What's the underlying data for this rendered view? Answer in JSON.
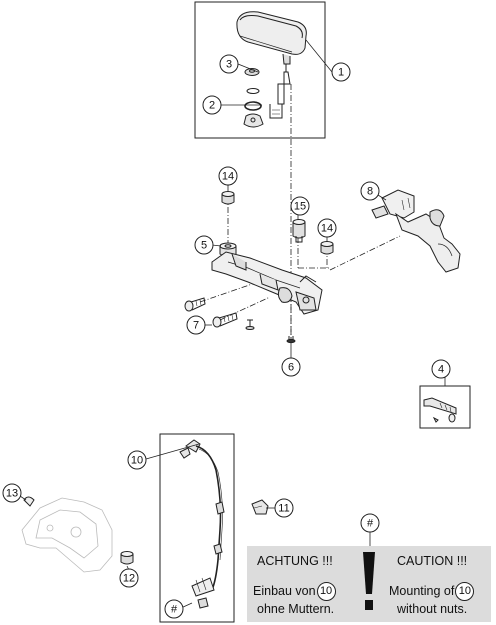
{
  "callouts": [
    {
      "id": "c1",
      "label": "1"
    },
    {
      "id": "c2",
      "label": "2"
    },
    {
      "id": "c3",
      "label": "3"
    },
    {
      "id": "c4",
      "label": "4"
    },
    {
      "id": "c5",
      "label": "5"
    },
    {
      "id": "c6",
      "label": "6"
    },
    {
      "id": "c7",
      "label": "7"
    },
    {
      "id": "c8",
      "label": "8"
    },
    {
      "id": "c10",
      "label": "10"
    },
    {
      "id": "c11",
      "label": "11"
    },
    {
      "id": "c12",
      "label": "12"
    },
    {
      "id": "c13",
      "label": "13"
    },
    {
      "id": "c14a",
      "label": "14"
    },
    {
      "id": "c14b",
      "label": "14"
    },
    {
      "id": "c15",
      "label": "15"
    }
  ],
  "hash_marks": {
    "box": "#",
    "notice": "#"
  },
  "notice": {
    "de_title": "ACHTUNG !!!",
    "en_title": "CAUTION !!!",
    "de_line1": "Einbau von",
    "de_ref": "10",
    "de_line2": "ohne Muttern.",
    "en_line1": "Mounting of",
    "en_ref": "10",
    "en_line2": "without nuts."
  }
}
